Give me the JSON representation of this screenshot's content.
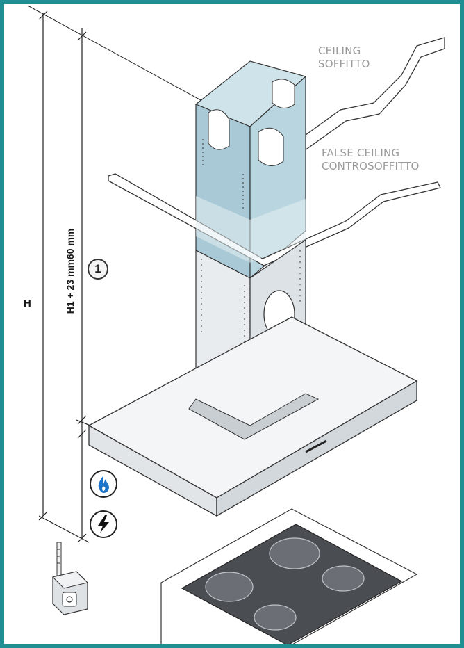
{
  "labels": {
    "ceiling_en": "CEILING",
    "ceiling_it": "SOFFITTO",
    "false_ceiling_en": "FALSE CEILING",
    "false_ceiling_it": "CONTROSOFFITTO"
  },
  "dimensions": {
    "total_height": "H",
    "chimney_height": "H1 + 23 mm60 mm",
    "callout": "1"
  },
  "icons": {
    "gas": "gas-flame-icon",
    "electric": "electric-bolt-icon",
    "tape_measure": "tape-measure-icon"
  },
  "colors": {
    "frame": "#1f8f94",
    "duct": "#a9c9d6",
    "steel": "#e8ebee",
    "hob": "#4a4d52",
    "gas": "#1e74c8"
  }
}
